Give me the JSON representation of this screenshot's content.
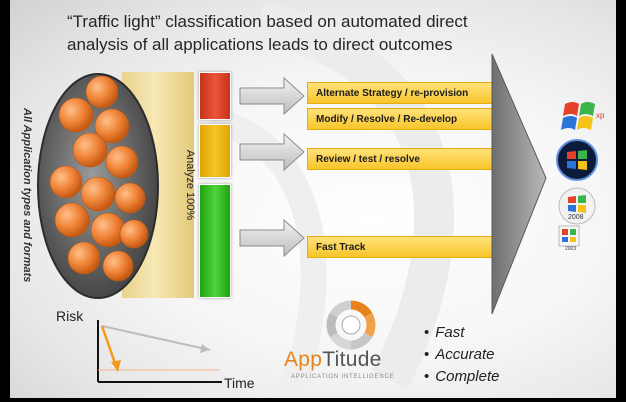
{
  "title": {
    "line1": "“Traffic light” classification based on automated direct",
    "line2": "analysis of all applications leads to direct outcomes"
  },
  "side_label": "All Application types and formats",
  "analyze_label": "Analyze 100%",
  "colors": {
    "red": "#e0442b",
    "yellow": "#f5be1e",
    "green": "#3fc42f",
    "label_fill": "#fbd54a",
    "ball": "#f0863a",
    "logo_orange": "#e8821d"
  },
  "outcomes": [
    {
      "label": "Alternate Strategy / re-provision",
      "light": "red"
    },
    {
      "label": "Modify / Resolve / Re-develop",
      "light": "red"
    },
    {
      "label": "Review / test / resolve",
      "light": "yellow"
    },
    {
      "label": "Fast Track",
      "light": "green"
    }
  ],
  "os_icons": [
    {
      "name": "windows-xp-icon",
      "label": "xp"
    },
    {
      "name": "windows-7-icon",
      "label": ""
    },
    {
      "name": "windows-server-2008-icon",
      "label": "2008"
    },
    {
      "name": "windows-server-2003-icon",
      "label": "2003"
    }
  ],
  "risk_chart": {
    "y_label": "Risk",
    "x_label": "Time"
  },
  "logo": {
    "name_part1": "App",
    "name_part2": "Titude",
    "tagline": "APPLICATION INTELLIGENCE"
  },
  "bullets": [
    "Fast",
    "Accurate",
    "Complete"
  ]
}
